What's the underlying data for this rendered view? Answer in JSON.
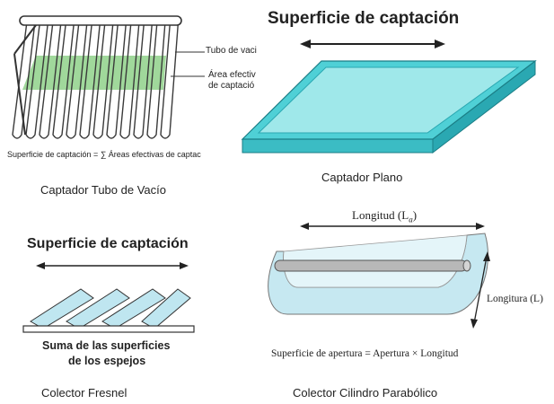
{
  "vacuum_tube": {
    "caption": "Captador Tubo de Vacío",
    "label_tube": "Tubo de vaci",
    "label_area_line1": "Área efectiv",
    "label_area_line2": "de captació",
    "formula": "Superficie de captación = ∑ Áreas efectivas de captac",
    "colors": {
      "tubes": "#3a3a3a",
      "effective_area": "#8fd18a"
    }
  },
  "flat_plate": {
    "title": "Superficie de captación",
    "caption": "Captador Plano",
    "colors": {
      "top": "#9fe8ea",
      "frame": "#4fd0d6",
      "side": "#3bbcc4"
    }
  },
  "fresnel": {
    "title": "Superficie de captación",
    "subtitle_line1": "Suma de las superficies",
    "subtitle_line2": "de los espejos",
    "caption": "Colector Fresnel",
    "colors": {
      "mirrors": "#bfe6f0"
    }
  },
  "parabolic": {
    "label_length": "Longitud (L",
    "label_length_sub": "a",
    "label_length_close": ")",
    "label_length_side": "Longitura (L)",
    "formula": "Superficie de apertura = Apertura × Longitud",
    "caption": "Colector Cilindro Parabólico",
    "colors": {
      "trough": "#c6e8f1",
      "tube": "#b8b8b8"
    }
  }
}
